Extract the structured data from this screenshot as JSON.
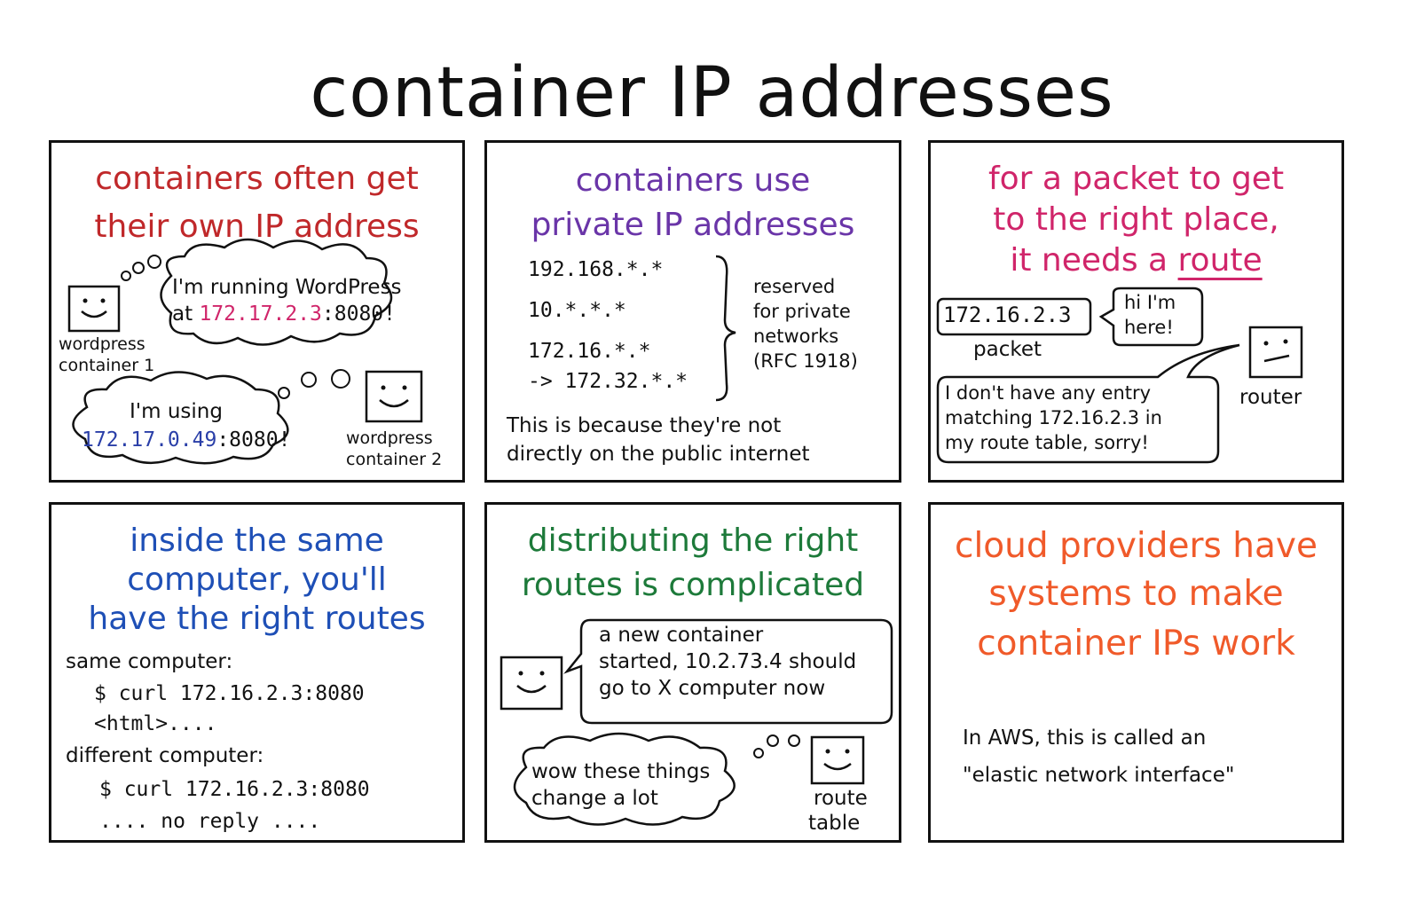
{
  "title": "container IP addresses",
  "panel1": {
    "title_line1": "containers often get",
    "title_line2": "their own IP address",
    "bubble1_line1": "I'm running WordPress",
    "bubble1_at": "at ",
    "bubble1_ip": "172.17.2.3",
    "bubble1_port": ":8080!",
    "label1_line1": "wordpress",
    "label1_line2": "container 1",
    "bubble2_line1": "I'm using",
    "bubble2_ip": "172.17.0.49",
    "bubble2_port": ":8080!",
    "label2_line1": "wordpress",
    "label2_line2": "container 2"
  },
  "panel2": {
    "title_line1": "containers use",
    "title_line2": "private IP addresses",
    "ranges": [
      "192.168.*.*",
      "10.*.*.*",
      "172.16.*.*",
      "-> 172.32.*.*"
    ],
    "reserved_line1": "reserved",
    "reserved_line2": "for private",
    "reserved_line3": "networks",
    "reserved_line4": "(RFC 1918)",
    "note_line1": "This is because they're not",
    "note_line2": "directly on the public internet"
  },
  "panel3": {
    "title_line1": "for a packet to get",
    "title_line2": "to the right place,",
    "title_line3_pre": "it needs a ",
    "title_line3_word": "route",
    "packet_ip": "172.16.2.3",
    "packet_label": "packet",
    "packet_says_line1": "hi I'm",
    "packet_says_line2": "here!",
    "router_label": "router",
    "router_says_line1": "I don't have any entry",
    "router_says_line2": "matching 172.16.2.3 in",
    "router_says_line3": "my route table, sorry!"
  },
  "panel4": {
    "title_line1": "inside the same",
    "title_line2": "computer, you'll",
    "title_line3": "have the right routes",
    "same_label": "same computer:",
    "same_cmd": "$ curl 172.16.2.3:8080",
    "same_out": "<html>....",
    "diff_label": "different computer:",
    "diff_cmd": "$ curl 172.16.2.3:8080",
    "diff_out": ".... no reply ...."
  },
  "panel5": {
    "title_line1": "distributing the right",
    "title_line2": "routes is complicated",
    "container_says_line1": "a new container",
    "container_says_line2": "started, 10.2.73.4 should",
    "container_says_line3": "go to X computer now",
    "table_thinks_line1": "wow these things",
    "table_thinks_line2": "change a lot",
    "table_label_line1": "route",
    "table_label_line2": "table"
  },
  "panel6": {
    "title_line1": "cloud providers have",
    "title_line2": "systems to make",
    "title_line3": "container IPs work",
    "note_line1": "In AWS, this is called an",
    "note_line2": "\"elastic network interface\""
  }
}
